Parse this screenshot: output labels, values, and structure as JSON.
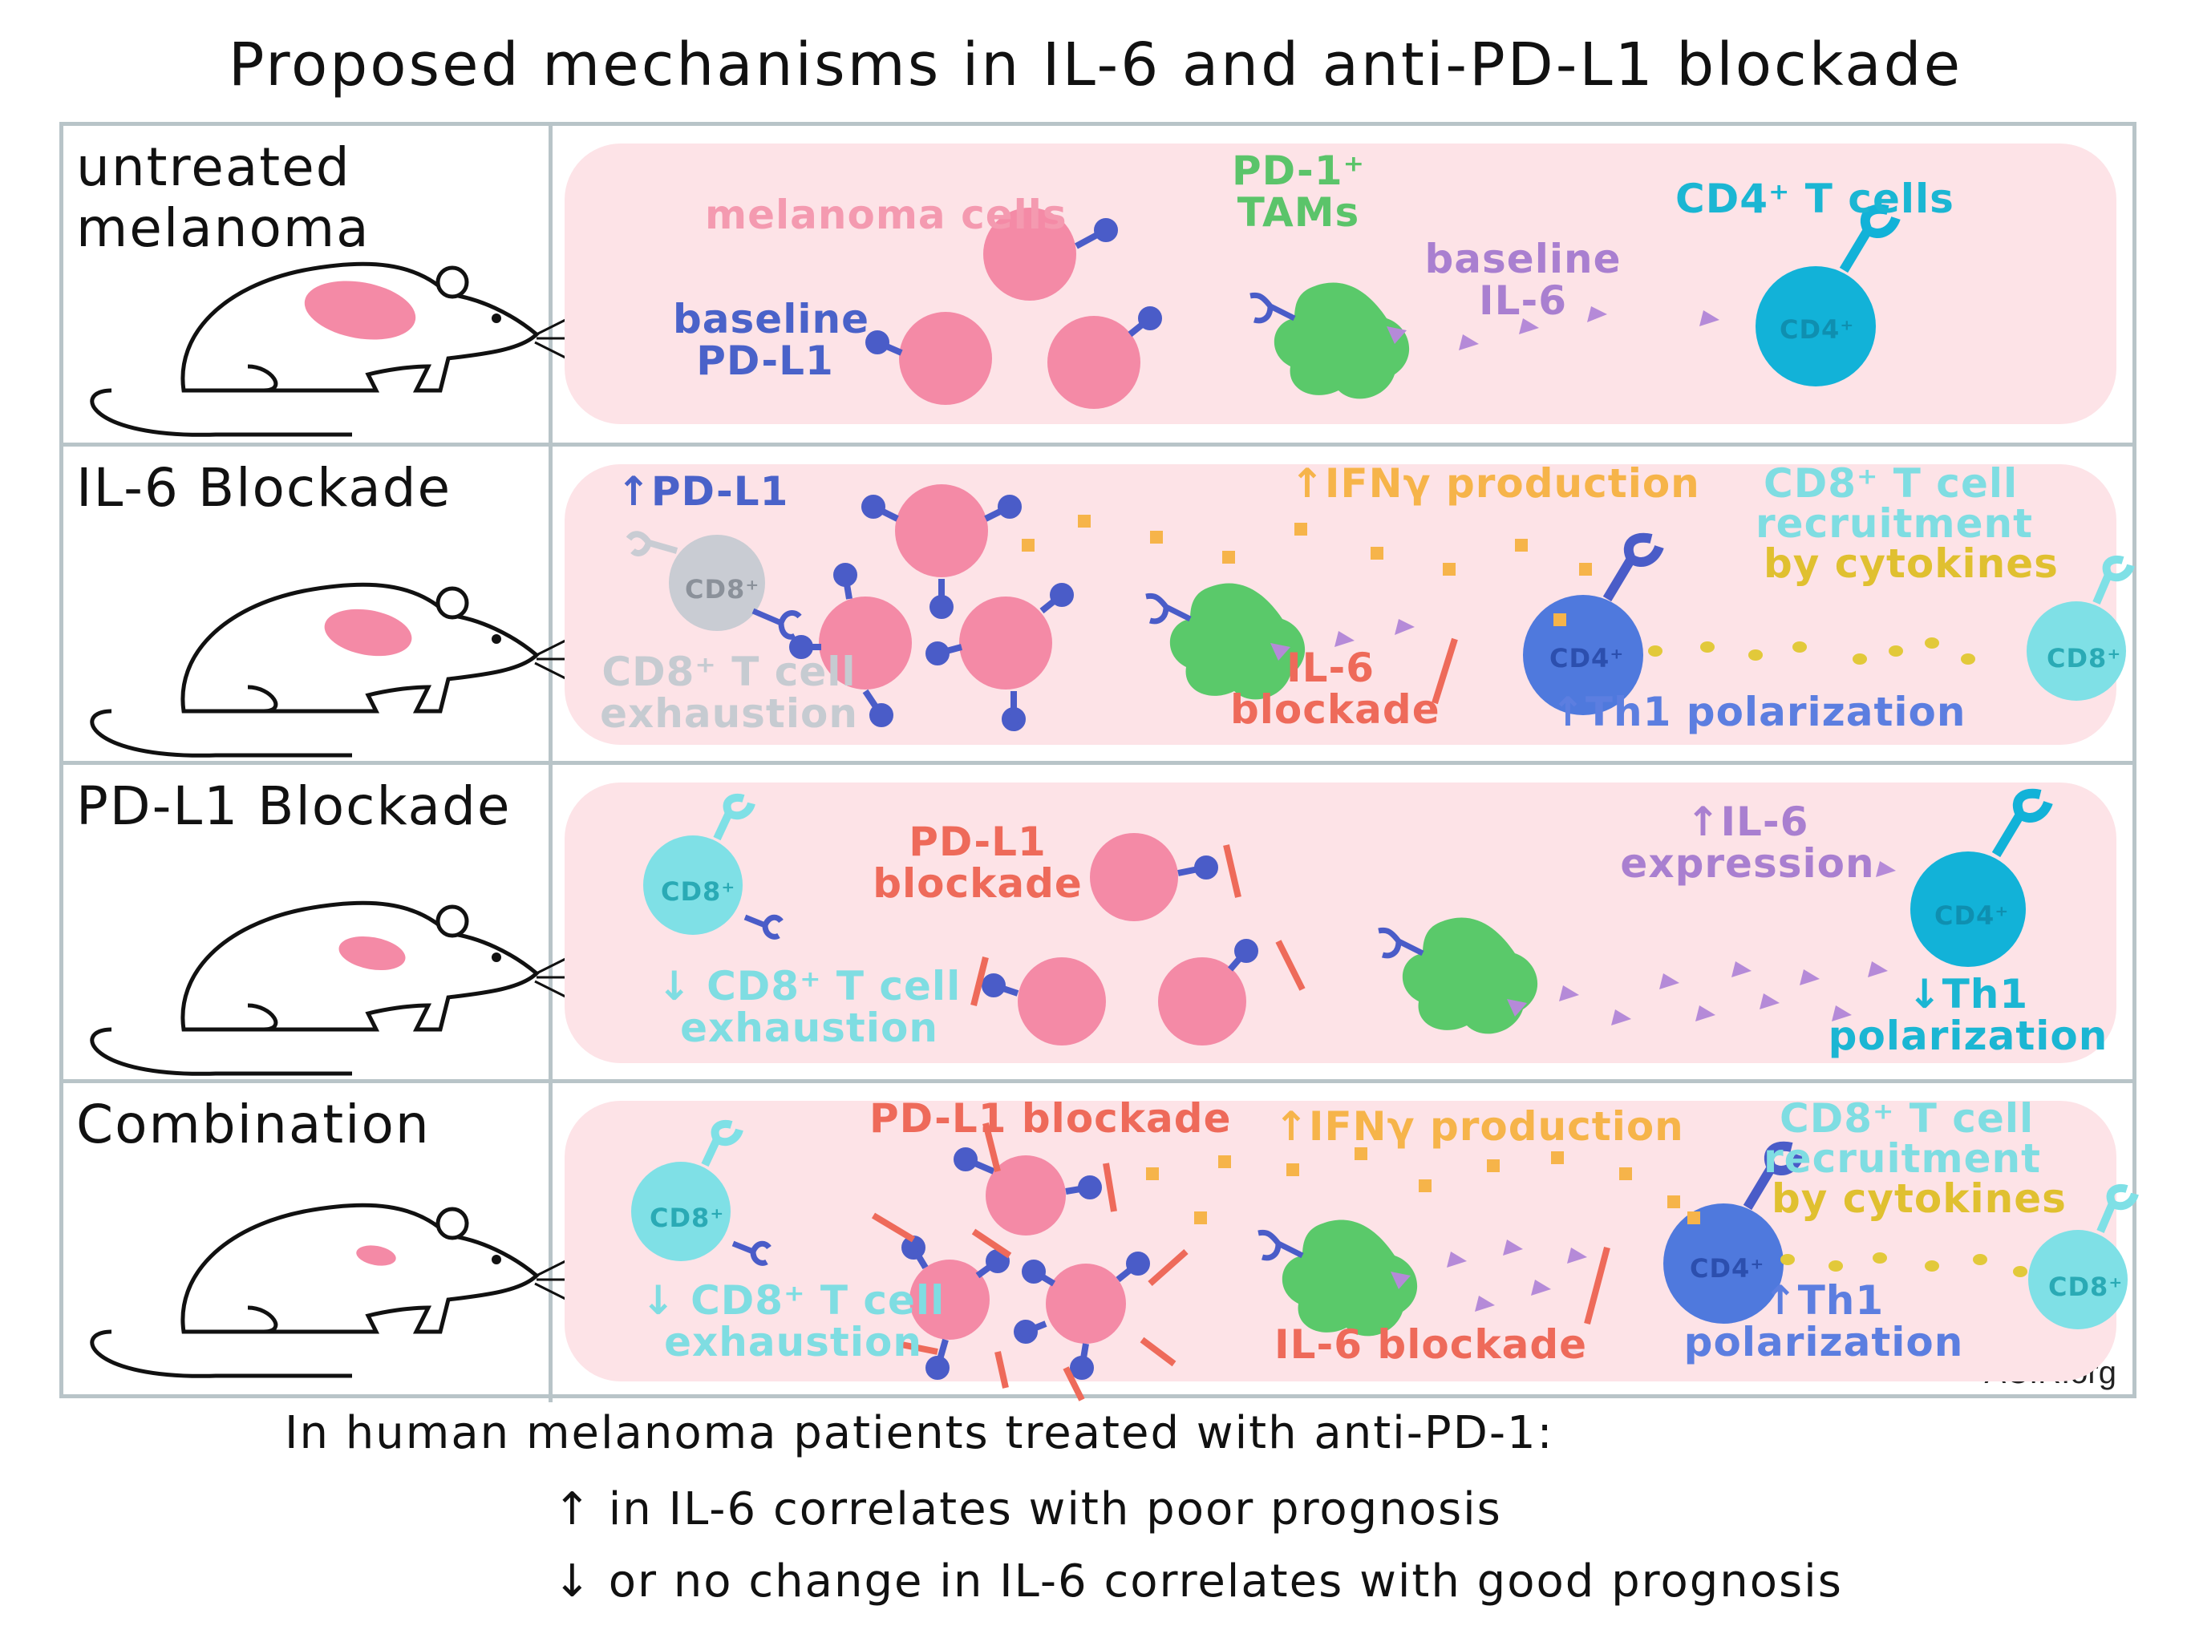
{
  "title": "Proposed mechanisms in  IL-6 and anti-PD-L1  blockade",
  "credit": "ACIR.org",
  "rows": [
    {
      "title": "untreated melanoma",
      "labels": {
        "melanoma_cells": "melanoma cells",
        "tams": "PD-1⁺ TAMs",
        "cd4_cells": "CD4⁺ T cells",
        "baseline_pdl1": "baseline PD-L1",
        "baseline_il6": "baseline IL-6",
        "cd4_marker": "CD4⁺"
      }
    },
    {
      "title": "IL-6 Blockade",
      "labels": {
        "up_pdl1": "↑PD-L1",
        "cd8_marker": "CD8⁺",
        "cd8_exhaustion": "CD8⁺ T cell exhaustion",
        "ifng": "↑IFNγ production",
        "il6_blockade": "IL-6 blockade",
        "cd8_recruitment_1": "CD8⁺ T cell",
        "cd8_recruitment_2": "recruitment",
        "cd8_recruitment_3": "by cytokines",
        "th1": "↑Th1 polarization",
        "cd4_marker": "CD4⁺",
        "cd8_marker_right": "CD8⁺"
      }
    },
    {
      "title": "PD-L1 Blockade",
      "labels": {
        "cd8_marker": "CD8⁺",
        "pdl1_blockade": "PD-L1 blockade",
        "down_exhaustion": "↓ CD8⁺ T cell exhaustion",
        "il6_expression": "↑IL-6 expression",
        "cd4_marker": "CD4⁺",
        "th1": "↓Th1 polarization"
      }
    },
    {
      "title": "Combination",
      "labels": {
        "cd8_marker": "CD8⁺",
        "pdl1_blockade": "PD-L1  blockade",
        "down_exhaustion": "↓ CD8⁺ T cell exhaustion",
        "ifng": "↑IFNγ production",
        "il6_blockade": "IL-6 blockade",
        "cd8_recruitment_1": "CD8⁺ T cell",
        "cd8_recruitment_2": "recruitment",
        "cd8_recruitment_3": "by cytokines",
        "th1": "↑Th1 polarization",
        "cd4_marker": "CD4⁺",
        "cd8_marker_right": "CD8⁺"
      }
    }
  ],
  "footer": {
    "line1": "In  human melanoma patients  treated with anti-PD-1:",
    "line2": "↑ in IL-6  correlates with poor prognosis",
    "line3": "↓ or no change in IL-6 correlates with good prognosis"
  },
  "colors": {
    "melanoma": "#f48aa6",
    "pdl1": "#4a5cc8",
    "tam": "#5ac96a",
    "cd4_untreated": "#12b2d8",
    "cd4_activated": "#4f79dd",
    "cd8_active": "#7fe0e6",
    "cd8_exhausted": "#c9ccd3",
    "il6": "#b58ad8",
    "ifng": "#f6b44a",
    "chemokine": "#e2c93a",
    "blockade": "#ee6a5a",
    "band": "#fde3e7",
    "border": "#b8c4c8"
  }
}
